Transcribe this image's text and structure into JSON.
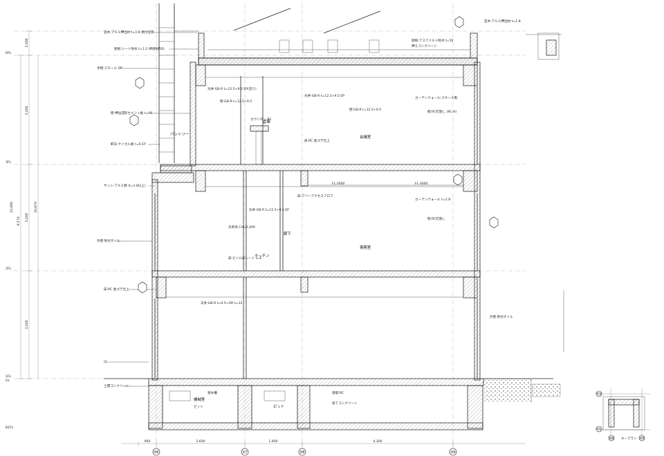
{
  "grid_axes": [
    "X6",
    "X7",
    "X8",
    "X9"
  ],
  "plan_axes": [
    "Y3",
    "Y1",
    "X6",
    "X5"
  ],
  "plan_title": "キープラン",
  "bottom_dims": [
    "900",
    "2,600",
    "1,900",
    "4,300"
  ],
  "left_dims": [
    "2,000",
    "3,200",
    "3,200",
    "3,200",
    "9,570",
    "10,870",
    "12,000"
  ],
  "callouts_left": [
    "笠木:アルミ押出材 t=1.8 焼付塗装",
    "屋根:シート防水 t=1.2 (断熱材50)",
    "手摺:スチール OP",
    "壁:押出成形セメント板 t=60",
    "軒天:ケイカル板 t=6 EP",
    "サッシ:アルミ製 (t=1.8以上)",
    "外壁:吹付タイル",
    "床:RC 金ゴテ仕上",
    "GL",
    "土間コンクリート"
  ],
  "callouts_center": [
    "天井:GB-R t=12.5+9.5 EP(塗り)",
    "壁:GB-R t=12.5+9.5",
    "天井:GB-R t=12.5+9.5 EP",
    "壁:GB-R t=12.5+9.5",
    "カウンター:RC",
    "床:RC 金ゴテ仕上",
    "天井:GB-R t=9.5+OR t=12",
    "床:ビニル床シート t=2",
    "FL-3000",
    "FL-3000",
    "床:フリーアクセスフロア",
    "天井:GB-R t=12.5+9.5 EP",
    "天井高 CH=2,400",
    "受水槽",
    "ピット"
  ],
  "callouts_right": [
    "笠木:アルミ押出材 t=1.8",
    "屋根:アスファルト防水 t=50",
    "押えコンクリート",
    "カーテンウォール:スチール製",
    "壁:RC打放し (RC-A)",
    "壁:RC打放し",
    "外壁:吹付タイル",
    "カーテンウォール t=1.8",
    "基礎:RC",
    "捨てコンクリート"
  ],
  "room_labels": [
    "パントリー",
    "キッチン",
    "倉庫",
    "廊下",
    "会議室",
    "事務室",
    "機械室",
    "ピット"
  ],
  "floor_marks": [
    "RFL",
    "3FL",
    "2FL",
    "1FL",
    "GL",
    "B1FL"
  ]
}
